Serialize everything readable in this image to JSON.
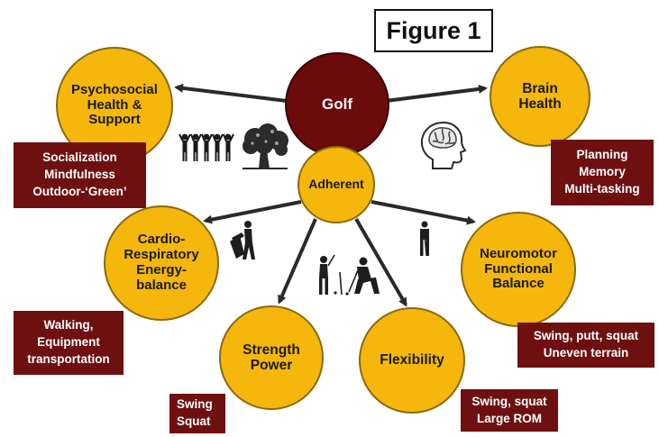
{
  "figure_label": "Figure 1",
  "center": {
    "golf": "Golf",
    "adherent": "Adherent"
  },
  "nodes": {
    "psychosocial": "Psychosocial\nHealth &\nSupport",
    "brain": "Brain\nHealth",
    "cardio": "Cardio-\nRespiratory\nEnergy-\nbalance",
    "strength": "Strength\nPower",
    "flexibility": "Flexibility",
    "neuromotor": "Neuromotor\nFunctional\nBalance"
  },
  "boxes": {
    "psychosocial": "Socialization\nMindfulness\nOutdoor-‘Green’",
    "brain": "Planning\nMemory\nMulti-tasking",
    "cardio": "Walking,\nEquipment\ntransportation",
    "strength": "Swing\nSquat",
    "flexibility": "Swing, squat\nLarge ROM",
    "neuromotor": "Swing, putt, squat\nUneven terrain"
  },
  "icons": [
    "group-of-people-icon",
    "tree-icon",
    "brain-head-icon",
    "golfer-walking-with-bag-icon",
    "golfers-squatting-icon",
    "golfer-putting-icon"
  ],
  "colors": {
    "node_fill": "#f5b70c",
    "golf_fill": "#6b0b0b",
    "box_fill": "#6e1010",
    "arrow": "#2a2a2a"
  }
}
